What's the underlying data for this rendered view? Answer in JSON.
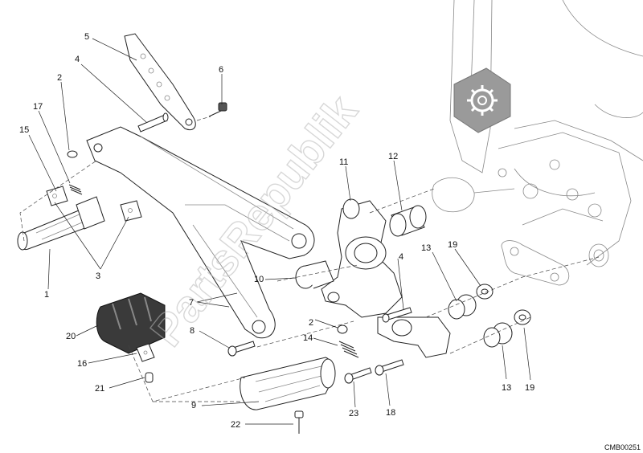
{
  "watermark": {
    "text": "PartsRepublik",
    "color": "#b8b8b8"
  },
  "drawing_code": "CMB00251",
  "callouts": [
    {
      "id": "c1",
      "label": "1"
    },
    {
      "id": "c2a",
      "label": "2"
    },
    {
      "id": "c2b",
      "label": "2"
    },
    {
      "id": "c3",
      "label": "3"
    },
    {
      "id": "c4a",
      "label": "4"
    },
    {
      "id": "c4b",
      "label": "4"
    },
    {
      "id": "c5",
      "label": "5"
    },
    {
      "id": "c6",
      "label": "6"
    },
    {
      "id": "c7",
      "label": "7"
    },
    {
      "id": "c8",
      "label": "8"
    },
    {
      "id": "c9",
      "label": "9"
    },
    {
      "id": "c10",
      "label": "10"
    },
    {
      "id": "c11",
      "label": "11"
    },
    {
      "id": "c12",
      "label": "12"
    },
    {
      "id": "c13a",
      "label": "13"
    },
    {
      "id": "c13b",
      "label": "13"
    },
    {
      "id": "c14",
      "label": "14"
    },
    {
      "id": "c15",
      "label": "15"
    },
    {
      "id": "c16",
      "label": "16"
    },
    {
      "id": "c17",
      "label": "17"
    },
    {
      "id": "c18",
      "label": "18"
    },
    {
      "id": "c19a",
      "label": "19"
    },
    {
      "id": "c19b",
      "label": "19"
    },
    {
      "id": "c20",
      "label": "20"
    },
    {
      "id": "c21",
      "label": "21"
    },
    {
      "id": "c22",
      "label": "22"
    },
    {
      "id": "c23",
      "label": "23"
    }
  ]
}
